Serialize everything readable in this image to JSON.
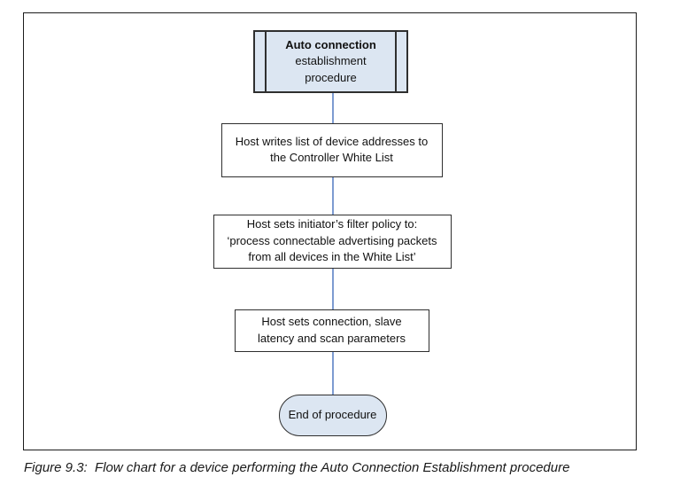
{
  "figure": {
    "caption": "Figure 9.3:  Flow chart for a device performing the Auto Connection Establishment procedure"
  },
  "flowchart": {
    "start_node": {
      "shape": "predefined-process",
      "lines": [
        "Auto connection",
        "establishment",
        "procedure"
      ]
    },
    "steps": [
      {
        "shape": "process",
        "lines": [
          "Host writes list of device addresses to",
          "the Controller White List"
        ]
      },
      {
        "shape": "process",
        "lines": [
          "Host sets initiator’s filter policy to:",
          "‘process connectable advertising packets",
          "from all devices in the White List’"
        ]
      },
      {
        "shape": "process",
        "lines": [
          "Host sets connection, slave",
          "latency and scan parameters"
        ]
      }
    ],
    "end_node": {
      "shape": "terminator",
      "label": "End of procedure"
    }
  },
  "colors": {
    "node_fill": "#dce6f2",
    "node_border": "#2f2f2f",
    "connector": "#7d9bd1"
  }
}
